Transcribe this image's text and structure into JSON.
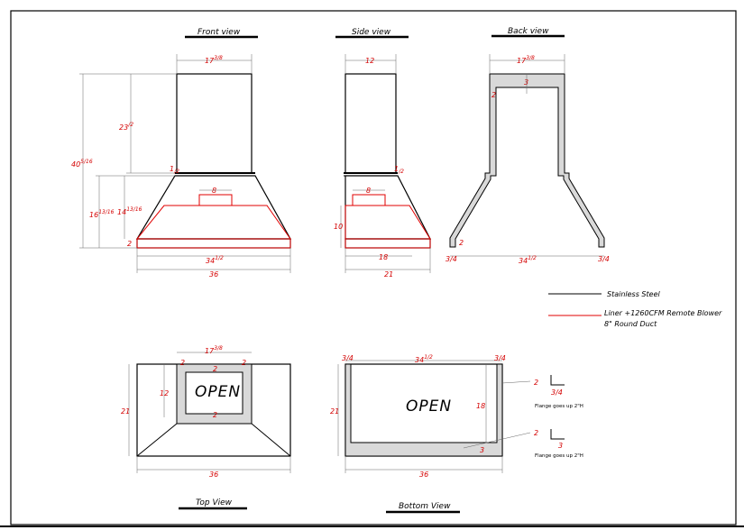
{
  "views": {
    "front": "Front view",
    "side": "Side view",
    "back": "Back view",
    "top": "Top View",
    "bottom": "Bottom View"
  },
  "front_dims": {
    "width_top": "17",
    "width_top_frac": "3/8",
    "total_height": "40",
    "total_height_frac": "5/16",
    "upper_height": "23",
    "upper_height_frac": "/2",
    "half_gap": "1",
    "half_gap_frac": "/2",
    "hood_height_a": "16",
    "hood_height_a_frac": "13/16",
    "hood_height_b": "14",
    "hood_height_b_frac": "13/16",
    "duct": "8",
    "liner_lip": "2",
    "inner_width": "34",
    "inner_width_frac": "1/2",
    "outer_width": "36"
  },
  "side_dims": {
    "width_top": "12",
    "half_gap": "1",
    "half_gap_frac": "/2",
    "duct": "8",
    "liner_height": "10",
    "inner_depth": "18",
    "outer_depth": "21"
  },
  "back_dims": {
    "width_top": "17",
    "width_top_frac": "3/8",
    "top_thickness": "3",
    "wall": "2",
    "lip": "2",
    "left_edge": "3/4",
    "span": "34",
    "span_frac": "1/2",
    "right_edge": "3/4"
  },
  "legend": {
    "steel": "Stainless Steel",
    "liner": "Liner +1260CFM Remote Blower",
    "duct": "8\" Round Duct"
  },
  "colors": {
    "steel": "#000000",
    "liner": "#e00000",
    "flange_fill": "#d9d9d9"
  },
  "top_view": {
    "opening": "OPEN",
    "width_top": "17",
    "width_top_frac": "3/8",
    "flange_left": "2",
    "flange_right": "2",
    "flange_top": "2",
    "flange_bottom": "2",
    "opening_depth": "12",
    "depth": "21",
    "width": "36"
  },
  "bottom_view": {
    "opening": "OPEN",
    "left_edge": "3/4",
    "span": "34",
    "span_frac": "1/2",
    "right_edge": "3/4",
    "depth": "21",
    "inner_depth": "18",
    "back_flange": "3",
    "width": "36"
  },
  "details": {
    "upper_a": "2",
    "upper_b": "3/4",
    "upper_note": "Flange goes up 2\"H",
    "lower_a": "2",
    "lower_b": "3",
    "lower_note": "Flange goes up 2\"H"
  }
}
